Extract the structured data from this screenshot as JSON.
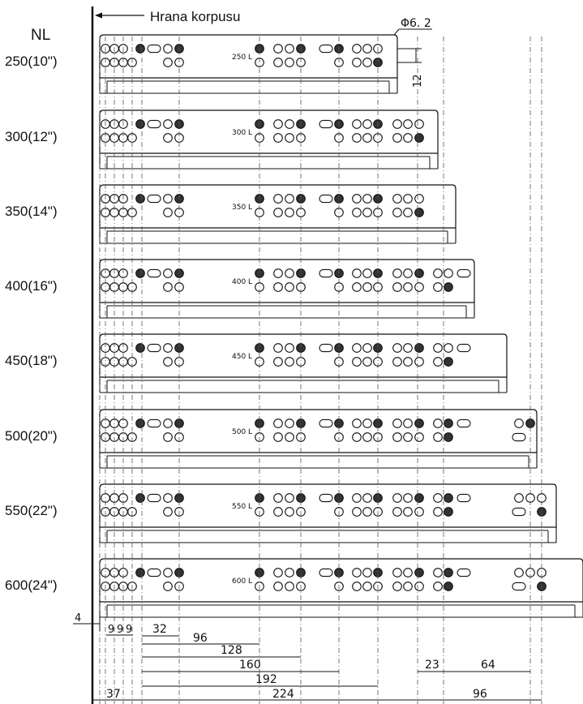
{
  "title": "Hrana korpusu",
  "column_header": "NL",
  "hole_label": "Φ6. 2",
  "hole_spacing": "12",
  "rails": [
    {
      "size": "250(10\")",
      "tag": "250 L"
    },
    {
      "size": "300(12\")",
      "tag": "300 L"
    },
    {
      "size": "350(14\")",
      "tag": "350 L"
    },
    {
      "size": "400(16\")",
      "tag": "400 L"
    },
    {
      "size": "450(18\")",
      "tag": "450 L"
    },
    {
      "size": "500(20\")",
      "tag": "500 L"
    },
    {
      "size": "550(22\")",
      "tag": "550 L"
    },
    {
      "size": "600(24\")",
      "tag": "600 L"
    }
  ],
  "dimensions": {
    "offset": "4",
    "d9a": "9",
    "d9b": "9",
    "d9c": "9",
    "d32": "32",
    "d96": "96",
    "d128": "128",
    "d160": "160",
    "d192": "192",
    "d224": "224",
    "d37": "37",
    "d23": "23",
    "d64": "64",
    "d96b": "96"
  }
}
